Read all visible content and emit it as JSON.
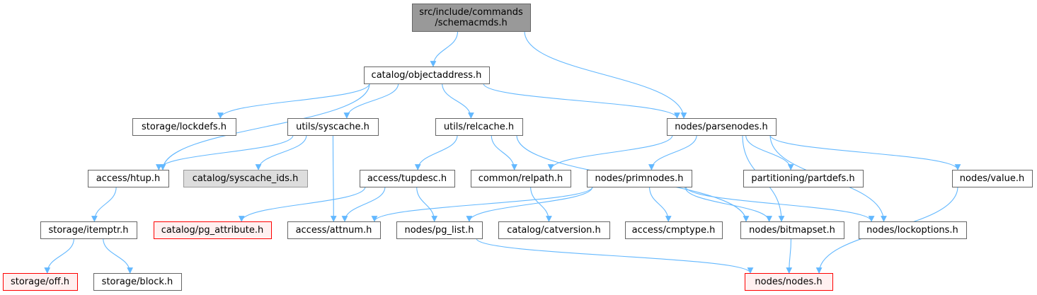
{
  "colors": {
    "edge": "#63b8ff",
    "root_fill": "#999999",
    "root_stroke": "#666666",
    "normal_fill": "#ffffff",
    "normal_stroke": "#666666",
    "missing_fill": "#dddddd",
    "missing_stroke": "#999999",
    "truncated_fill": "#fff0f0",
    "truncated_stroke": "#ff0000"
  },
  "graph": {
    "nodes": [
      {
        "id": "schemacmds",
        "lines": [
          "src/include/commands",
          "/schemacmds.h"
        ],
        "kind": "root"
      },
      {
        "id": "objectaddress",
        "lines": [
          "catalog/objectaddress.h"
        ],
        "kind": "normal"
      },
      {
        "id": "lockdefs",
        "lines": [
          "storage/lockdefs.h"
        ],
        "kind": "normal"
      },
      {
        "id": "syscache",
        "lines": [
          "utils/syscache.h"
        ],
        "kind": "normal"
      },
      {
        "id": "relcache",
        "lines": [
          "utils/relcache.h"
        ],
        "kind": "normal"
      },
      {
        "id": "parsenodes",
        "lines": [
          "nodes/parsenodes.h"
        ],
        "kind": "normal"
      },
      {
        "id": "htup",
        "lines": [
          "access/htup.h"
        ],
        "kind": "normal"
      },
      {
        "id": "syscache_ids",
        "lines": [
          "catalog/syscache_ids.h"
        ],
        "kind": "missing"
      },
      {
        "id": "tupdesc",
        "lines": [
          "access/tupdesc.h"
        ],
        "kind": "normal"
      },
      {
        "id": "relpath",
        "lines": [
          "common/relpath.h"
        ],
        "kind": "normal"
      },
      {
        "id": "primnodes",
        "lines": [
          "nodes/primnodes.h"
        ],
        "kind": "normal"
      },
      {
        "id": "partdefs",
        "lines": [
          "partitioning/partdefs.h"
        ],
        "kind": "normal"
      },
      {
        "id": "value",
        "lines": [
          "nodes/value.h"
        ],
        "kind": "normal"
      },
      {
        "id": "itemptr",
        "lines": [
          "storage/itemptr.h"
        ],
        "kind": "normal"
      },
      {
        "id": "pg_attribute",
        "lines": [
          "catalog/pg_attribute.h"
        ],
        "kind": "truncated"
      },
      {
        "id": "attnum",
        "lines": [
          "access/attnum.h"
        ],
        "kind": "normal"
      },
      {
        "id": "pg_list",
        "lines": [
          "nodes/pg_list.h"
        ],
        "kind": "normal"
      },
      {
        "id": "catversion",
        "lines": [
          "catalog/catversion.h"
        ],
        "kind": "normal"
      },
      {
        "id": "cmptype",
        "lines": [
          "access/cmptype.h"
        ],
        "kind": "normal"
      },
      {
        "id": "bitmapset",
        "lines": [
          "nodes/bitmapset.h"
        ],
        "kind": "normal"
      },
      {
        "id": "lockoptions",
        "lines": [
          "nodes/lockoptions.h"
        ],
        "kind": "normal"
      },
      {
        "id": "off",
        "lines": [
          "storage/off.h"
        ],
        "kind": "truncated"
      },
      {
        "id": "block",
        "lines": [
          "storage/block.h"
        ],
        "kind": "normal"
      },
      {
        "id": "nodes",
        "lines": [
          "nodes/nodes.h"
        ],
        "kind": "truncated"
      }
    ],
    "edges": [
      [
        "schemacmds",
        "objectaddress"
      ],
      [
        "schemacmds",
        "parsenodes"
      ],
      [
        "objectaddress",
        "lockdefs"
      ],
      [
        "objectaddress",
        "syscache"
      ],
      [
        "objectaddress",
        "relcache"
      ],
      [
        "objectaddress",
        "parsenodes"
      ],
      [
        "objectaddress",
        "htup"
      ],
      [
        "syscache",
        "htup"
      ],
      [
        "syscache",
        "syscache_ids"
      ],
      [
        "syscache",
        "attnum"
      ],
      [
        "relcache",
        "tupdesc"
      ],
      [
        "relcache",
        "relpath"
      ],
      [
        "relcache",
        "bitmapset"
      ],
      [
        "parsenodes",
        "relpath"
      ],
      [
        "parsenodes",
        "primnodes"
      ],
      [
        "parsenodes",
        "partdefs"
      ],
      [
        "parsenodes",
        "value"
      ],
      [
        "parsenodes",
        "bitmapset"
      ],
      [
        "parsenodes",
        "lockoptions"
      ],
      [
        "htup",
        "itemptr"
      ],
      [
        "itemptr",
        "off"
      ],
      [
        "itemptr",
        "block"
      ],
      [
        "tupdesc",
        "pg_attribute"
      ],
      [
        "tupdesc",
        "attnum"
      ],
      [
        "tupdesc",
        "pg_list"
      ],
      [
        "relpath",
        "catversion"
      ],
      [
        "primnodes",
        "attnum"
      ],
      [
        "primnodes",
        "pg_list"
      ],
      [
        "primnodes",
        "cmptype"
      ],
      [
        "primnodes",
        "bitmapset"
      ],
      [
        "primnodes",
        "lockoptions"
      ],
      [
        "pg_list",
        "nodes"
      ],
      [
        "bitmapset",
        "nodes"
      ],
      [
        "value",
        "nodes"
      ]
    ]
  }
}
